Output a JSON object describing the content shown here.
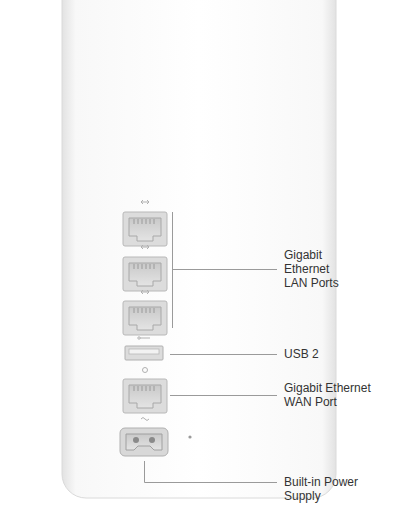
{
  "diagram": {
    "labels": [
      "Gigabit Ethernet LAN Ports",
      "USB 2",
      "Gigabit Ethernet WAN Port",
      "Built-in Power Supply"
    ]
  }
}
